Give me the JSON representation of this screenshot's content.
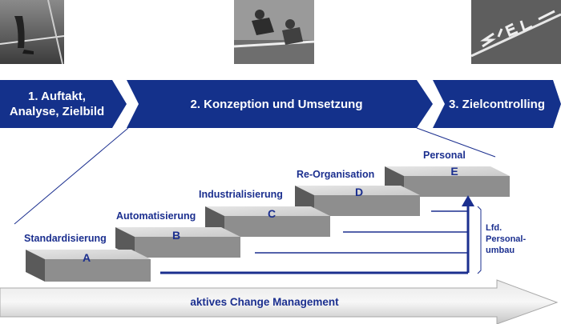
{
  "phases": [
    {
      "label_line1": "1. Auftakt,",
      "label_line2": "Analyse, Zielbild"
    },
    {
      "label": "2. Konzeption und Umsetzung"
    },
    {
      "label": "3. Zielcontrolling"
    }
  ],
  "steps": [
    {
      "label": "Standardisierung",
      "letter": "A"
    },
    {
      "label": "Automatisierung",
      "letter": "B"
    },
    {
      "label": "Industrialisierung",
      "letter": "C"
    },
    {
      "label": "Re-Organisation",
      "letter": "D"
    },
    {
      "label": "Personal",
      "letter": "E"
    }
  ],
  "side_note": {
    "line1": "Lfd.",
    "line2": "Personal-",
    "line3": "umbau"
  },
  "bottom_arrow": {
    "label": "aktives Change Management"
  },
  "colors": {
    "brand_blue": "#1b2f8f",
    "chevron_blue": "#14318b"
  }
}
